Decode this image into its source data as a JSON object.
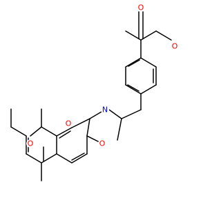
{
  "molecule": {
    "atom_labels": {
      "carbonyl_o": "O",
      "ester_o": "O",
      "lactone_ring_o": "O",
      "lactone_carbonyl_o": "O",
      "oxazine_o": "O",
      "oxazine_n": "N"
    },
    "colors": {
      "bond": "#000000",
      "oxygen": "#ff0000",
      "nitrogen": "#0000ff",
      "background": "#ffffff"
    }
  }
}
